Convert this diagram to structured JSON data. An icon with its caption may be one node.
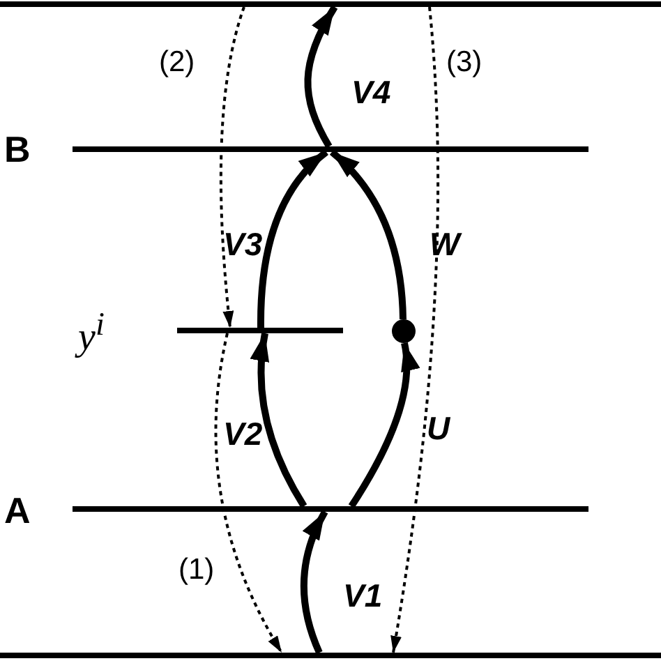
{
  "diagram": {
    "nodes": [
      {
        "text": [],
        "shape": "bar"
      },
      {
        "text": [],
        "shape": "bar",
        "beside": [
          "B"
        ]
      },
      {
        "text": [],
        "shape": "bar",
        "beside": [
          "y$^{i}$"
        ]
      },
      {
        "text": [],
        "shape": "circle"
      },
      {
        "text": [],
        "shape": "bar",
        "beside": [
          "A"
        ]
      },
      {
        "text": [],
        "shape": "bar"
      }
    ],
    "edges": [
      {
        "from": 5,
        "to": 4,
        "arrow": "to",
        "label": "V1"
      },
      {
        "from": 4,
        "to": 2,
        "arrow": "to",
        "label": "V2"
      },
      {
        "from": 4,
        "to": 3,
        "arrow": "to",
        "label": "U"
      },
      {
        "from": 2,
        "to": 1,
        "arrow": "to",
        "label": "V3"
      },
      {
        "from": 3,
        "to": 1,
        "arrow": "to",
        "label": "W"
      },
      {
        "from": 1,
        "to": 0,
        "arrow": "to",
        "label": "V4"
      },
      {
        "from": 0,
        "to": 2,
        "arrow": "to",
        "label": "(2)",
        "style": "dashed"
      },
      {
        "from": 2,
        "to": 5,
        "arrow": "to",
        "label": "(1)",
        "style": "dashed"
      },
      {
        "from": 0,
        "to": 5,
        "arrow": "to",
        "label": "(3)",
        "style": "dashed"
      }
    ]
  }
}
